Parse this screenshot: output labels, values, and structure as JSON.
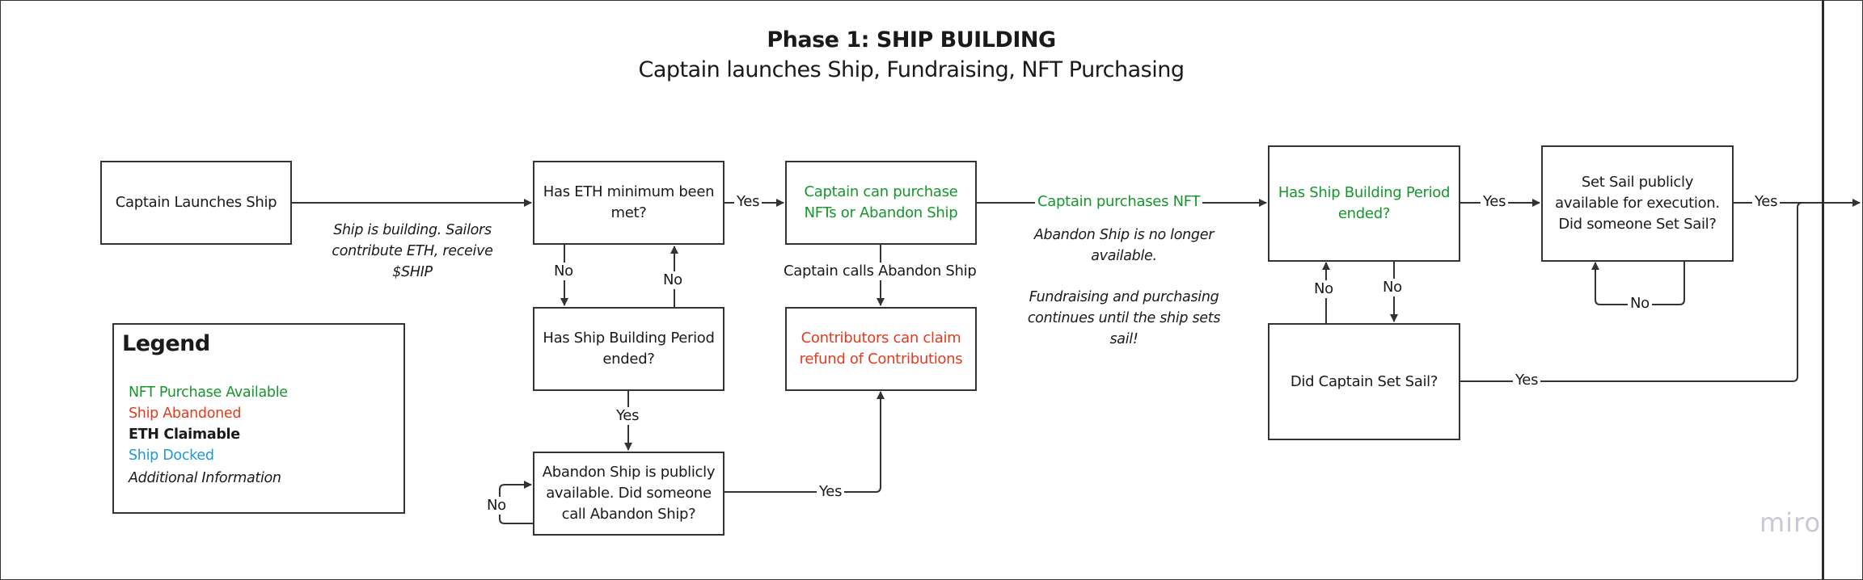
{
  "header": {
    "title": "Phase 1: SHIP BUILDING",
    "subtitle": "Captain launches Ship, Fundraising, NFT Purchasing"
  },
  "nodes": {
    "launch": "Captain Launches Ship",
    "eth_minimum": "Has ETH minimum been met?",
    "building_period_1": "Has Ship Building Period ended?",
    "abandon_public": "Abandon Ship is publicly available. Did someone call Abandon Ship?",
    "captain_options": "Captain can purchase NFTs or Abandon Ship",
    "refund": "Contributors can claim refund of Contributions",
    "building_period_2": "Has Ship Building Period ended?",
    "did_captain_sail": "Did Captain Set Sail?",
    "set_sail_public": "Set Sail publicly available for execution. Did someone Set Sail?"
  },
  "edge_labels": {
    "yes": "Yes",
    "no": "No",
    "captain_calls_abandon": "Captain calls Abandon Ship",
    "captain_purchases_nft": "Captain purchases NFT"
  },
  "notes": {
    "ship_building": "Ship is building. Sailors contribute ETH, receive $SHIP",
    "abandon_unavailable": "Abandon Ship is no longer available.",
    "fundraising_continues": "Fundraising and purchasing continues until the ship sets sail!"
  },
  "legend": {
    "title": "Legend",
    "items": [
      {
        "label": "NFT Purchase Available",
        "color": "#16962c"
      },
      {
        "label": "Ship Abandoned",
        "color": "#e13b1f"
      },
      {
        "label": "ETH Claimable",
        "color": "#1a1a1a"
      },
      {
        "label": "Ship Docked",
        "color": "#1c98d6"
      },
      {
        "label": "Additional Information",
        "color": "#1a1a1a"
      }
    ]
  },
  "watermark": "miro"
}
